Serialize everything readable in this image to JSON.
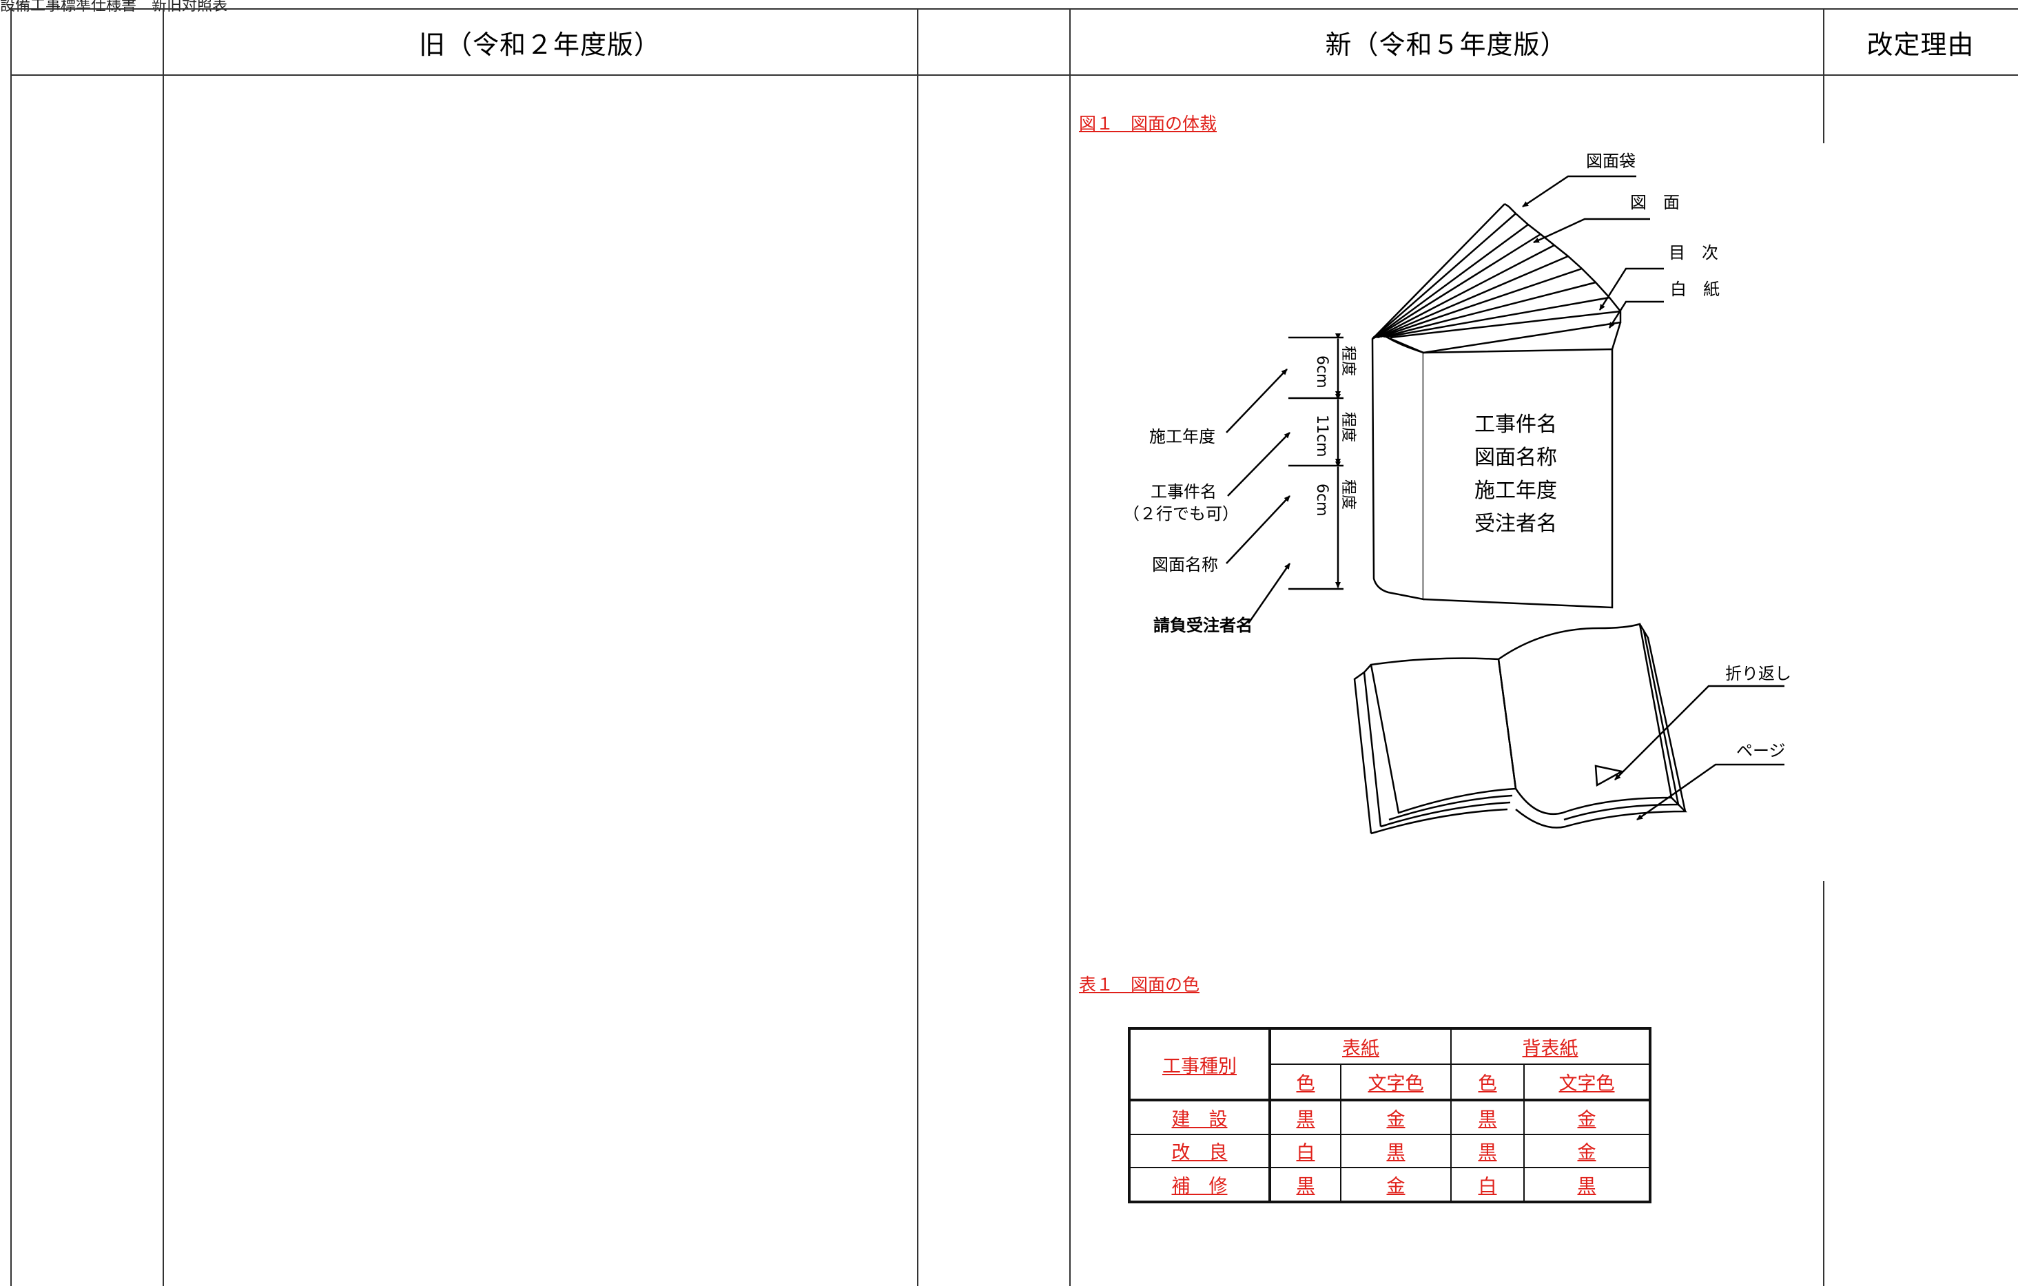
{
  "page_caption": "設備工事標準仕様書　新旧対照表",
  "columns": {
    "old_header": "旧（令和２年度版）",
    "new_header": "新（令和５年度版）",
    "reason_header": "改定理由"
  },
  "figure": {
    "caption": "図１　図面の体裁",
    "labels": {
      "drawing_bag": "図面袋",
      "drawing": "図　面",
      "contents": "目　次",
      "blank_paper": "白　紙",
      "construction_year": "施工年度",
      "project_name": "工事件名",
      "project_name_note": "（２行でも可）",
      "drawing_name": "図面名称",
      "contractor_name": "請負受注者名",
      "dim_6cm_a": "6cm",
      "dim_11cm": "11cm",
      "dim_6cm_b": "6cm",
      "dim_unit": "程度",
      "cover_line1": "工事件名",
      "cover_line2": "図面名称",
      "cover_line3": "施工年度",
      "cover_line4": "受注者名",
      "fold_back": "折り返し",
      "page": "ページ"
    }
  },
  "table": {
    "caption": "表１　図面の色",
    "header": {
      "work_type": "工事種別",
      "cover": "表紙",
      "spine_cover": "背表紙",
      "color": "色",
      "text_color": "文字色"
    },
    "rows": [
      {
        "type": "建　設",
        "cover_color": "黒",
        "cover_text": "金",
        "spine_color": "黒",
        "spine_text": "金"
      },
      {
        "type": "改　良",
        "cover_color": "白",
        "cover_text": "黒",
        "spine_color": "黒",
        "spine_text": "金"
      },
      {
        "type": "補　修",
        "cover_color": "黒",
        "cover_text": "金",
        "spine_color": "白",
        "spine_text": "黒"
      }
    ]
  },
  "colors": {
    "revision_red": "#e0201a",
    "rule": "#333333"
  }
}
